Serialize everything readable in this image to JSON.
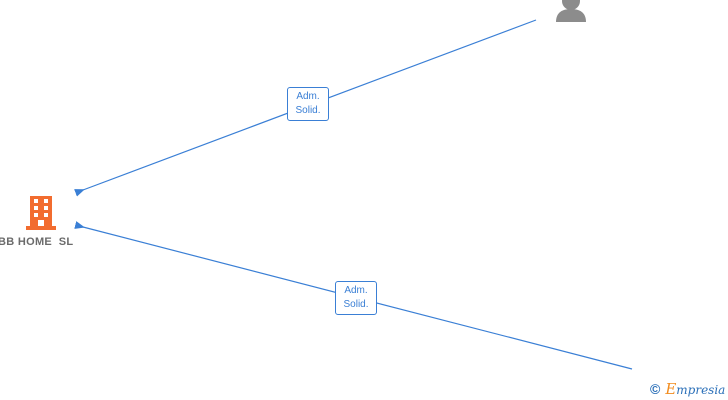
{
  "company": {
    "name": "BB HOME  SL",
    "icon": "building-icon",
    "color": "#f26c2f"
  },
  "officer": {
    "icon": "person-icon",
    "color": "#8c8c8c"
  },
  "edges": [
    {
      "label_line1": "Adm.",
      "label_line2": "Solid."
    },
    {
      "label_line1": "Adm.",
      "label_line2": "Solid."
    }
  ],
  "edge_color": "#3a7fd5",
  "watermark": {
    "symbol": "©",
    "brand_initial": "E",
    "brand_rest": "mpresia"
  }
}
